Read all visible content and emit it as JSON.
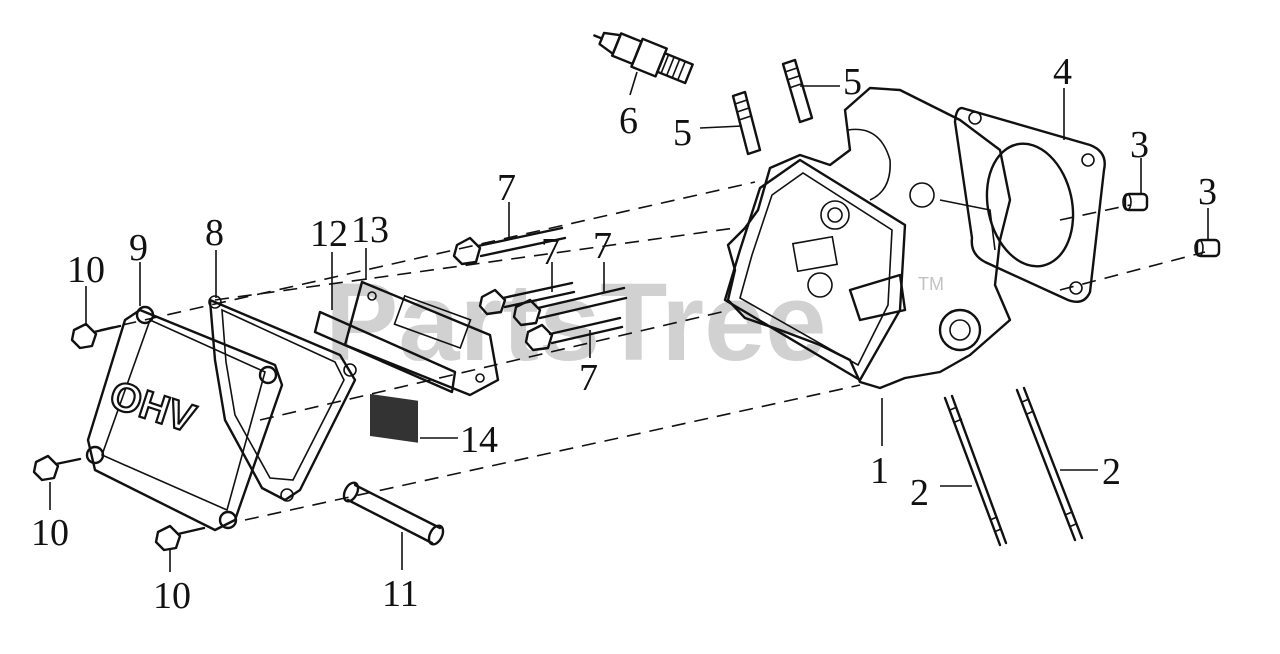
{
  "diagram": {
    "watermark": "PartsTree",
    "watermark_tm": "TM",
    "cover_text": "OHV",
    "callouts": [
      {
        "id": "c1",
        "text": "1"
      },
      {
        "id": "c2a",
        "text": "2"
      },
      {
        "id": "c2b",
        "text": "2"
      },
      {
        "id": "c3a",
        "text": "3"
      },
      {
        "id": "c3b",
        "text": "3"
      },
      {
        "id": "c4",
        "text": "4"
      },
      {
        "id": "c5a",
        "text": "5"
      },
      {
        "id": "c5b",
        "text": "5"
      },
      {
        "id": "c6",
        "text": "6"
      },
      {
        "id": "c7a",
        "text": "7"
      },
      {
        "id": "c7b",
        "text": "7"
      },
      {
        "id": "c7c",
        "text": "7"
      },
      {
        "id": "c7d",
        "text": "7"
      },
      {
        "id": "c8",
        "text": "8"
      },
      {
        "id": "c9",
        "text": "9"
      },
      {
        "id": "c10a",
        "text": "10"
      },
      {
        "id": "c10b",
        "text": "10"
      },
      {
        "id": "c10c",
        "text": "10"
      },
      {
        "id": "c11",
        "text": "11"
      },
      {
        "id": "c12",
        "text": "12"
      },
      {
        "id": "c13",
        "text": "13"
      },
      {
        "id": "c14",
        "text": "14"
      }
    ]
  }
}
